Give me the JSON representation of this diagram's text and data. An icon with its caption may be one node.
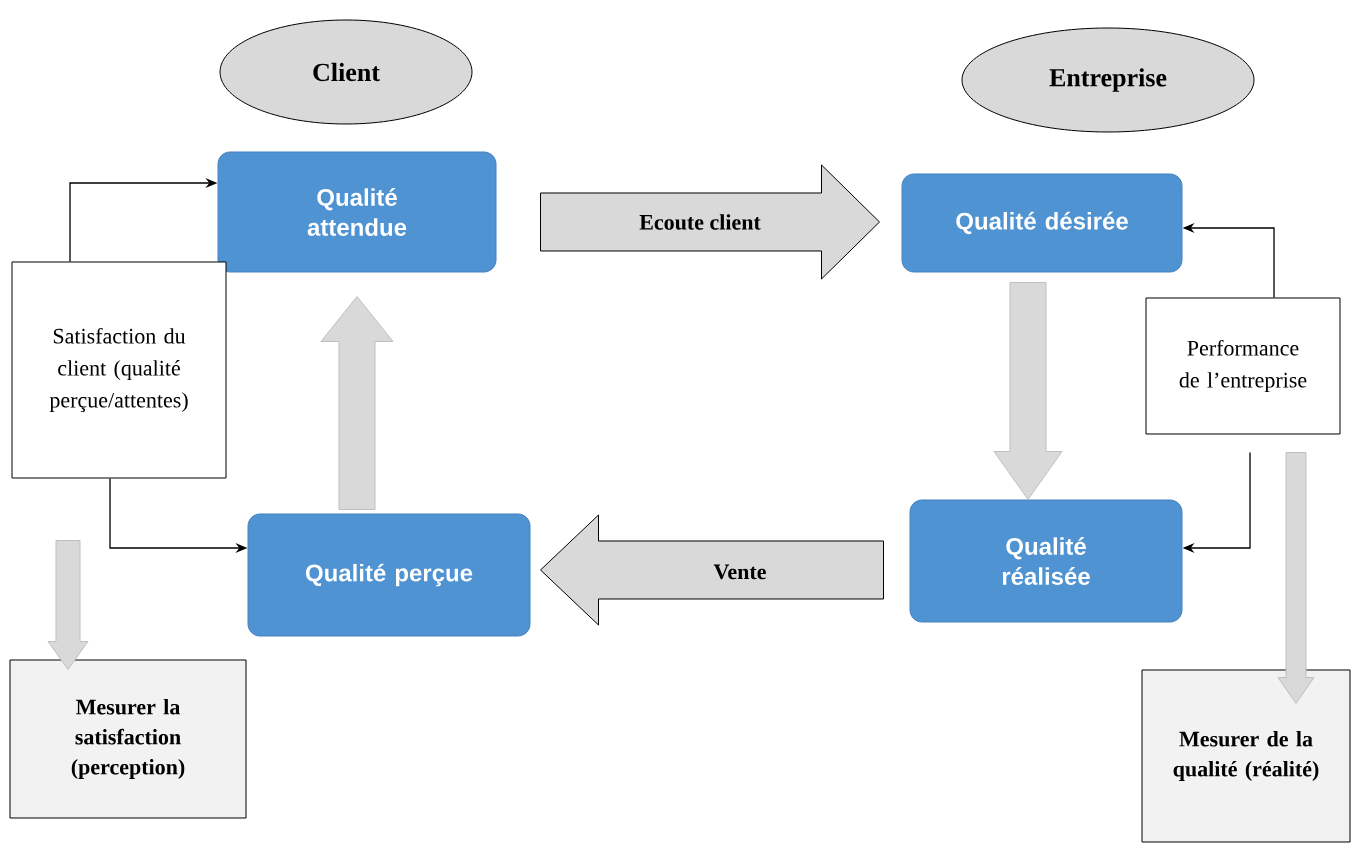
{
  "diagram": {
    "nodes": [
      {
        "text": [
          "Client"
        ]
      },
      {
        "text": [
          "Entreprise"
        ]
      },
      {
        "text": [
          "Qualité attendue"
        ]
      },
      {
        "text": [
          "Qualité désirée"
        ]
      },
      {
        "text": [
          "Qualité perçue"
        ]
      },
      {
        "text": [
          "Qualité réalisée"
        ]
      },
      {
        "text": [
          "Satisfaction du client (qualité perçue/attentes)"
        ]
      },
      {
        "text": [
          "Performance de l’entreprise"
        ]
      },
      {
        "text": [
          "Mesurer la satisfaction (perception)"
        ]
      },
      {
        "text": [
          "Mesurer de la qualité (réalité)"
        ]
      }
    ],
    "edges": [
      {
        "from": 2,
        "to": 3,
        "arrow": "to",
        "label": "Ecoute client",
        "style": "thick",
        "color": "#d9d9d9"
      },
      {
        "from": 3,
        "to": 5,
        "arrow": "to",
        "style": "thick",
        "color": "#d9d9d9"
      },
      {
        "from": 5,
        "to": 4,
        "arrow": "to",
        "label": "Vente",
        "style": "thick",
        "color": "#d9d9d9"
      },
      {
        "from": 4,
        "to": 2,
        "arrow": "to",
        "style": "thick",
        "color": "#d9d9d9"
      },
      {
        "from": 6,
        "to": 2,
        "arrow": "to"
      },
      {
        "from": 6,
        "to": 4,
        "arrow": "to"
      },
      {
        "from": 7,
        "to": 3,
        "arrow": "to"
      },
      {
        "from": 7,
        "to": 5,
        "arrow": "to"
      },
      {
        "from": 6,
        "to": 8,
        "arrow": "to",
        "style": "thick",
        "color": "#d9d9d9"
      },
      {
        "from": 7,
        "to": 9,
        "arrow": "to",
        "style": "thick",
        "color": "#d9d9d9"
      }
    ]
  }
}
